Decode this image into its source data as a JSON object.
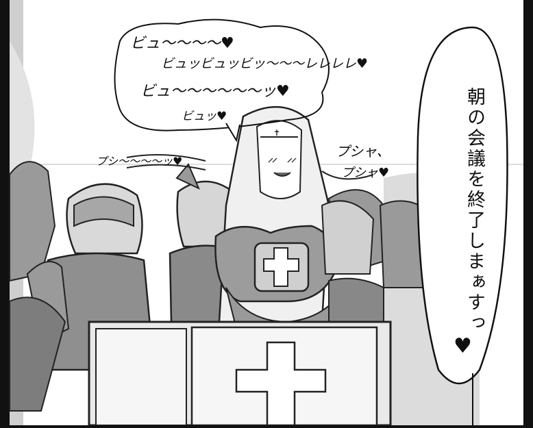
{
  "speech": {
    "text": "朝の会議を終了しまぁすっ",
    "heart": "♥"
  },
  "sfx": {
    "line1": "ビュ〜〜〜〜♥",
    "line2": "ビュッビュッビッ〜〜〜レレレレ♥",
    "line3": "ビュ〜〜〜〜〜〜ッ♥",
    "line4": "ビュッ♥",
    "left": "プシ〜〜〜〜ッ♥",
    "right_1": "プシャ、",
    "right_2": "プシャ♥"
  },
  "icons": {
    "cross": "cross-icon",
    "heart": "heart-icon"
  },
  "colors": {
    "border": "#111111",
    "paper": "#ffffff",
    "tone": "#8a8a8a",
    "tone_light": "#c8c8c8"
  }
}
